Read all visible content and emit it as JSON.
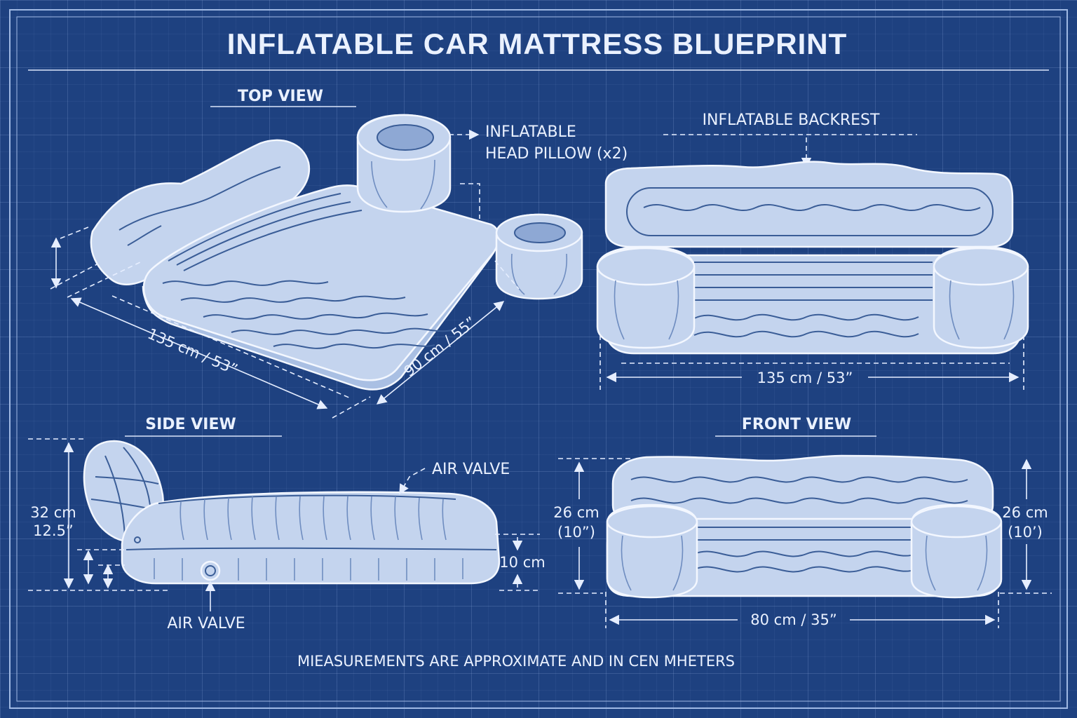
{
  "title": "INFLATABLE CAR MATTRESS BLUEPRINT",
  "views": {
    "top": {
      "label": "TOP VIEW",
      "length_dim": "135 cm / 53”",
      "width_dim": "90 cm / 55”",
      "pillow_callout_line1": "INFLATABLE",
      "pillow_callout_line2": "HEAD PILLOW (x2)"
    },
    "backrest": {
      "label": "INFLATABLE BACKREST",
      "width_dim": "135 cm / 53”"
    },
    "side": {
      "label": "SIDE VIEW",
      "height_dim_line1": "32 cm",
      "height_dim_line2": "12.5”",
      "thickness_dim": "10 cm",
      "valve_top": "AIR VALVE",
      "valve_bottom": "AIR VALVE"
    },
    "front": {
      "label": "FRONT VIEW",
      "left_dim_line1": "26 cm",
      "left_dim_line2": "(10”)",
      "right_dim_line1": "26 cm",
      "right_dim_line2": "(10’)",
      "width_dim": "80 cm / 35”"
    }
  },
  "footnote": "MIEASUREMENTS ARE APPROXIMATE AND IN CEN MHETERS",
  "colors": {
    "background": "#1e4180",
    "line": "#eaf1ff",
    "object_fill": "#c4d4ee"
  }
}
